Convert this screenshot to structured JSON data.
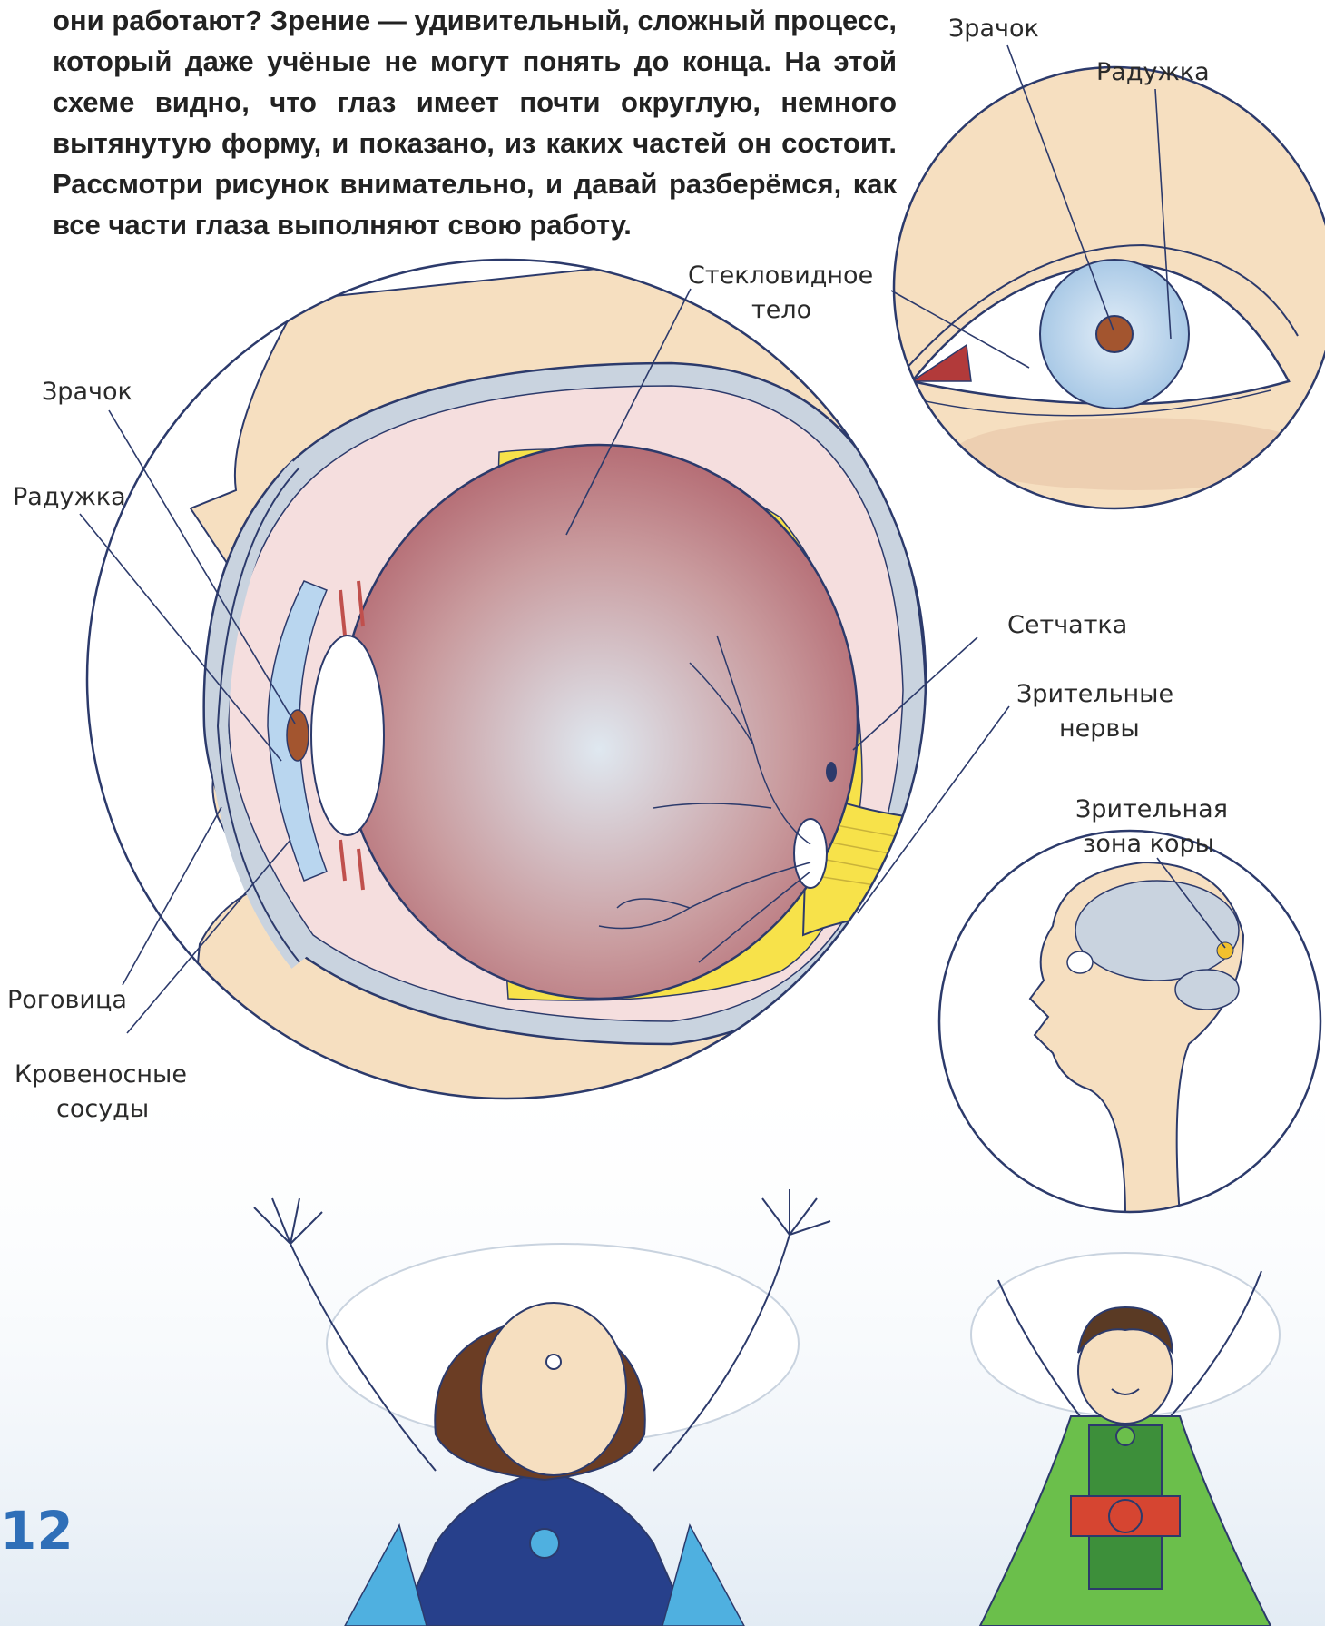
{
  "intro_text": "они работают? Зрение — удивительный, сложный процесс, который даже учёные не могут понять до конца. На этой схеме видно, что глаз имеет почти округлую, немного вытянутую форму, и показано, из каких частей он состоит. Рассмотри рисунок внимательно, и давай разберёмся, как все части глаза выполняют свою работу.",
  "labels": {
    "external_pupil": "Зрачок",
    "external_iris": "Радужка",
    "vitreous_body_line1": "Стекловидное",
    "vitreous_body_line2": "тело",
    "pupil": "Зрачок",
    "iris": "Радужка",
    "retina": "Сетчатка",
    "optic_nerves_line1": "Зрительные",
    "optic_nerves_line2": "нервы",
    "visual_cortex_line1": "Зрительная",
    "visual_cortex_line2": "зона коры",
    "cornea": "Роговица",
    "blood_vessels_line1": "Кровеносные",
    "blood_vessels_line2": "сосуды"
  },
  "page_number": "12",
  "colors": {
    "skin": "#f6dfc0",
    "outline": "#2c3a6b",
    "eyeball": "#b76b6b",
    "retina": "#f7e24a",
    "sclera_band": "#c9d3df",
    "iris_blue": "#b9d6ef",
    "pupil": "#8a3a2a",
    "page_number": "#2f6fb8"
  }
}
